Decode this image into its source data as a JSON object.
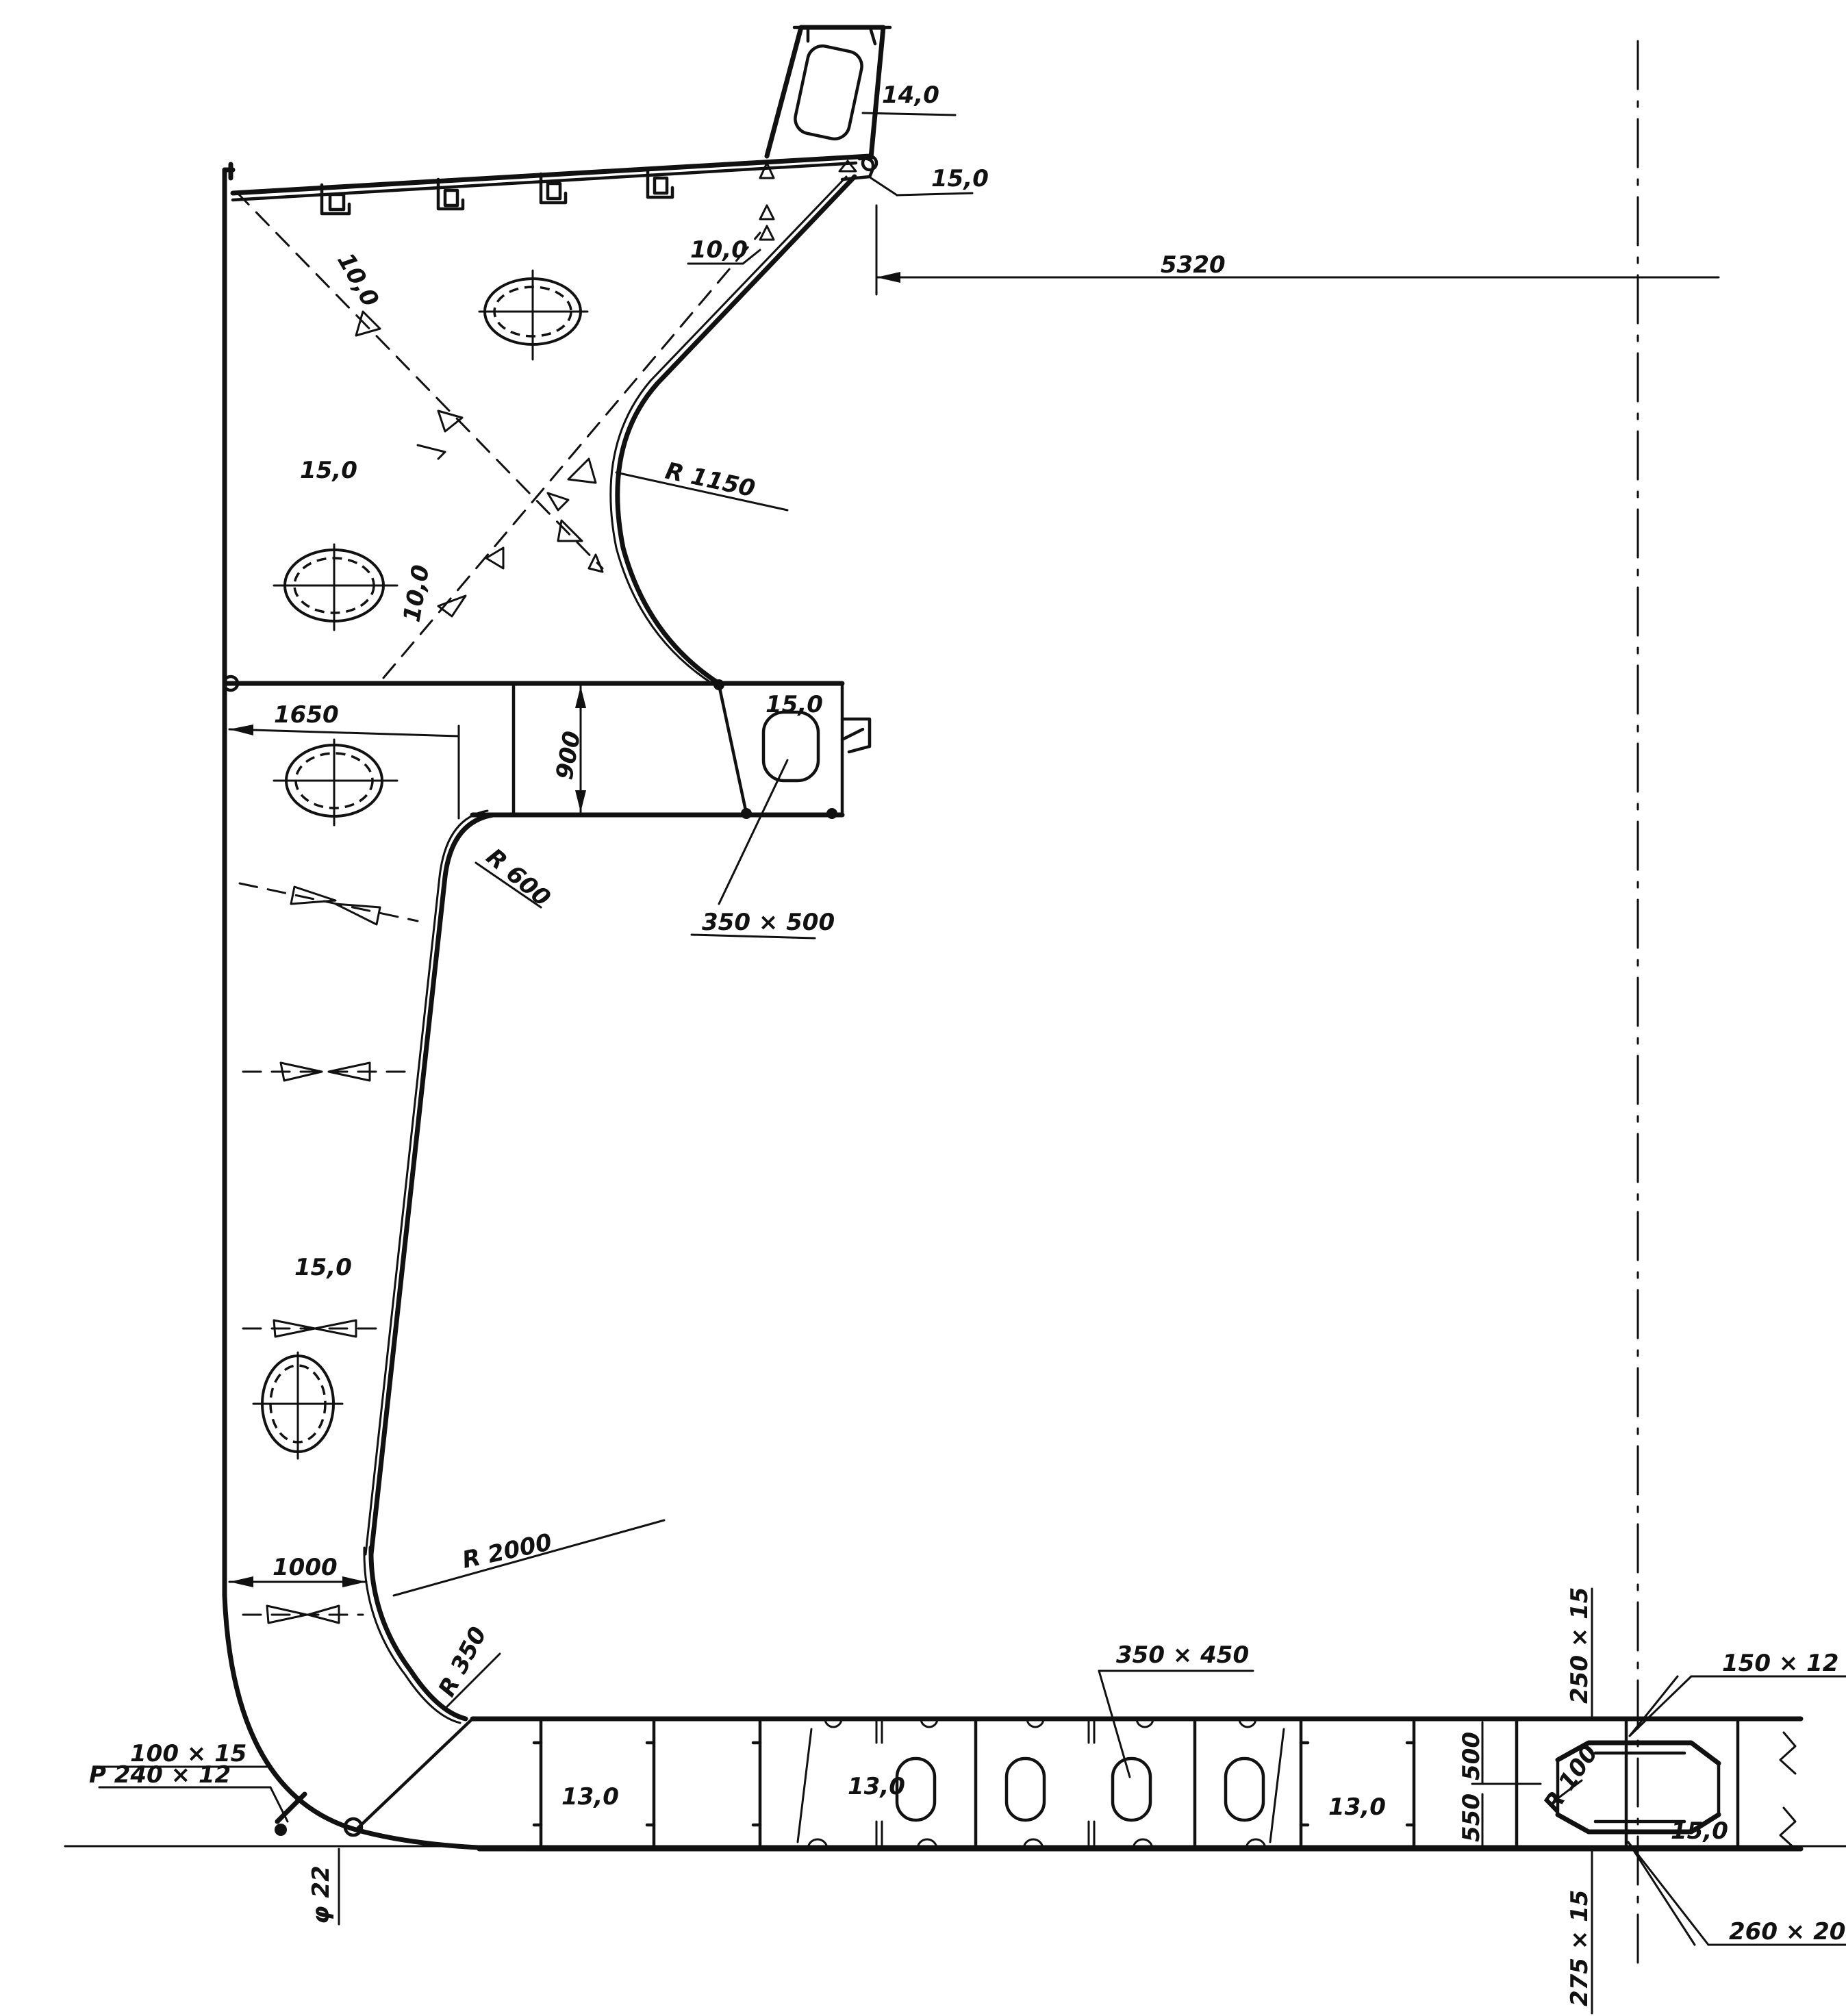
{
  "drawing": {
    "plate_thickness": {
      "top_bracket": "14,0",
      "upper_tank_main": "15,0",
      "upper_tank_girder": "15,0",
      "side_tank": "15,0",
      "double_bottom_1": "13,0",
      "double_bottom_2": "13,0",
      "double_bottom_3": "13,0",
      "keel_region": "15,0",
      "deck_corner": "15,0",
      "diagonal_strut_1": "10,0",
      "diagonal_strut_2": "10,0",
      "hatch_weld": "10,0"
    },
    "dimensions": {
      "half_breadth": "5320",
      "upper_width": "1650",
      "upper_height": "900",
      "lower_width": "1000",
      "floor_upper": "500",
      "floor_lower": "550"
    },
    "radii": {
      "r_upper": "R 1150",
      "r_knuckle": "R 600",
      "r_side": "R 2000",
      "r_bilge": "R 350",
      "r_keel": "R 100"
    },
    "sections": {
      "opening_upper": "350 × 500",
      "opening_bottom": "350 × 450",
      "flat_bar": "100 × 15",
      "bulb_profile": "P  240 × 12",
      "bolt_diameter": "φ 22",
      "top_face": "250 × 15",
      "web_plate": "150 × 12",
      "bottom_face": "260 × 20",
      "keel_face": "275 × 15"
    }
  }
}
